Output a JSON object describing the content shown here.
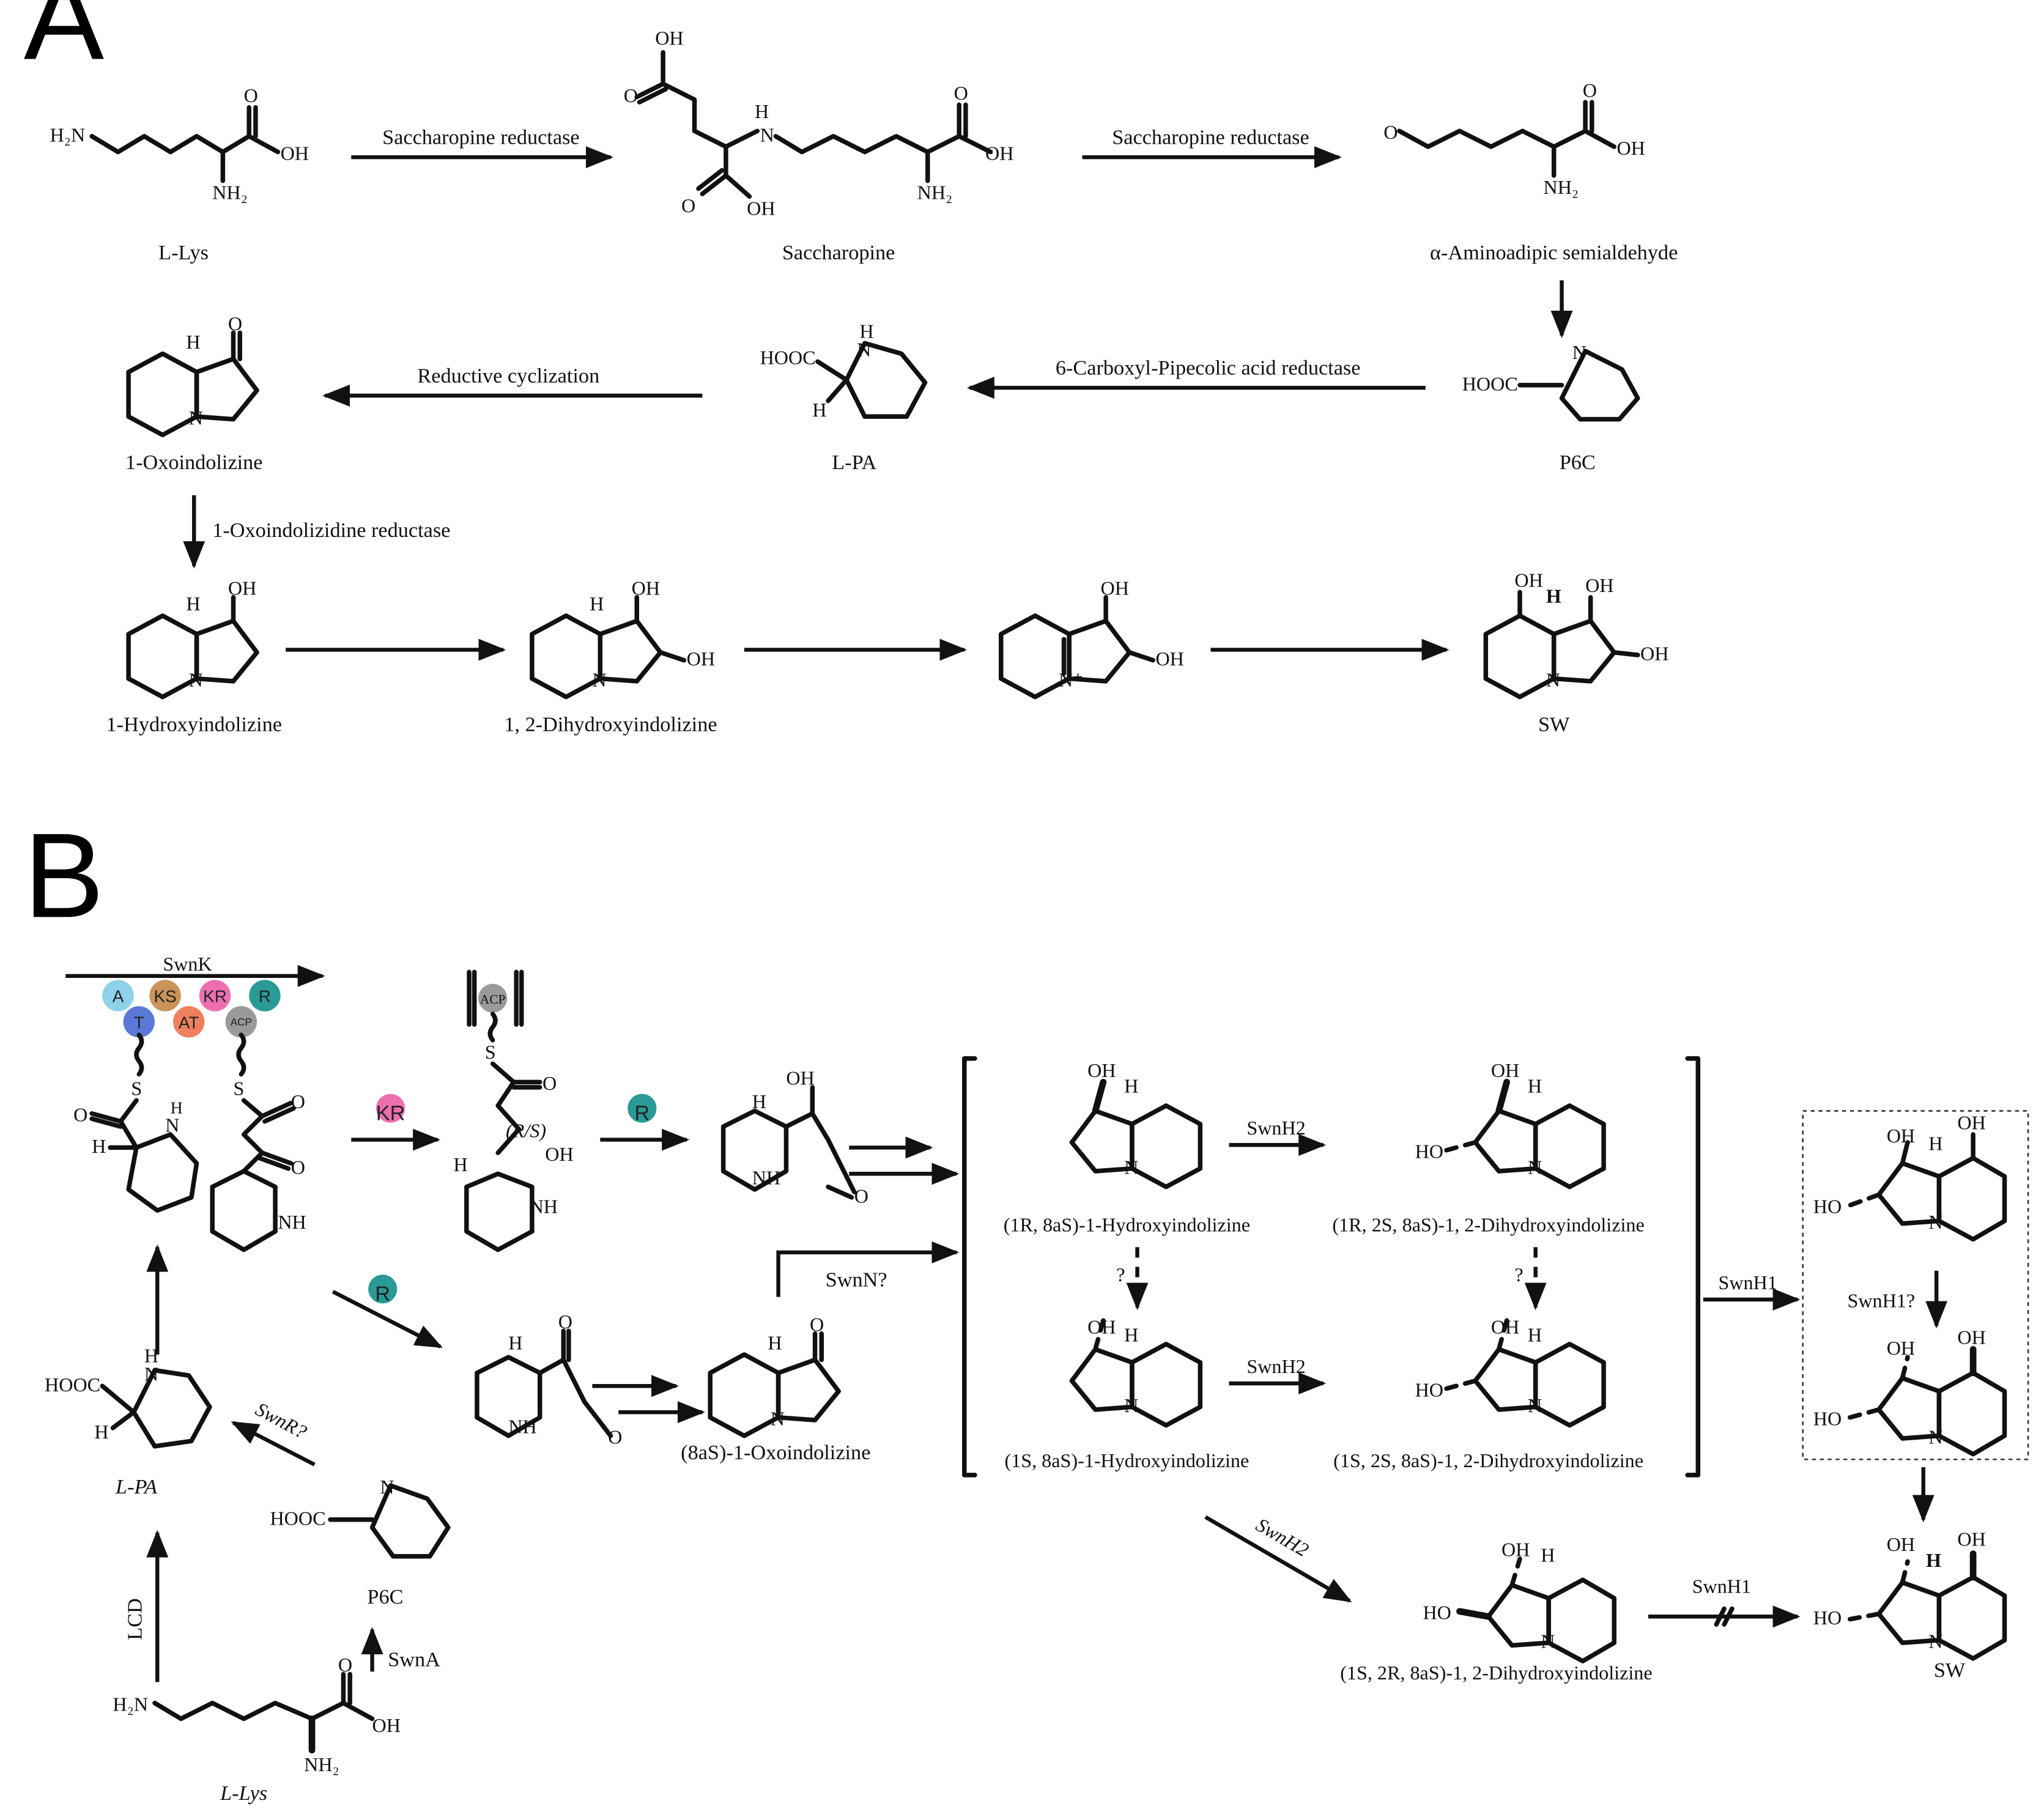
{
  "panels": {
    "a": "A",
    "b": "B"
  },
  "panel_a": {
    "enzymes": {
      "e1": "Saccharopine reductase",
      "e2": "Saccharopine reductase",
      "e3": "6-Carboxyl-Pipecolic acid reductase",
      "e4": "Reductive cyclization",
      "e5": "1-Oxoindolizidine reductase"
    },
    "compounds": {
      "lys": "L-Lys",
      "saccharopine": "Saccharopine",
      "aaa": "α-Aminoadipic semialdehyde",
      "p6c": "P6C",
      "lpa": "L-PA",
      "oxo": "1-Oxoindolizine",
      "hydroxy": "1-Hydroxyindolizine",
      "dihydroxy": "1, 2-Dihydroxyindolizine",
      "sw": "SW"
    }
  },
  "panel_b": {
    "swnk": "SwnK",
    "domains": [
      "A",
      "KS",
      "KR",
      "R",
      "T",
      "AT",
      "ACP"
    ],
    "domain_colors": {
      "A": "#8fd0ea",
      "KS": "#c9935a",
      "KR": "#ee6fb0",
      "R": "#2a9a96",
      "T": "#5a78d8",
      "AT": "#ee8060",
      "ACP": "#9a9a9a"
    },
    "stereo_tag": "(R/S)",
    "ball_kr": "KR",
    "ball_r1": "R",
    "ball_r2": "R",
    "ball_acp": "ACP",
    "enzymes": {
      "swnn": "SwnN?",
      "swnr": "SwnR?",
      "lcd": "LCD",
      "swna": "SwnA",
      "swnh2_a": "SwnH2",
      "swnh2_b": "SwnH2",
      "swnh2_c": "SwnH2",
      "swnh1_a": "SwnH1",
      "swnh1_b": "SwnH1?",
      "swnh1_c": "SwnH1",
      "q1": "?",
      "q2": "?"
    },
    "compounds": {
      "c1": "(1R, 8aS)-1-Hydroxyindolizine",
      "c2": "(1R, 2S, 8aS)-1, 2-Dihydroxyindolizine",
      "c3": "(1S, 8aS)-1-Hydroxyindolizine",
      "c4": "(1S, 2S, 8aS)-1, 2-Dihydroxyindolizine",
      "c5": "(1S, 2R, 8aS)-1, 2-Dihydroxyindolizine",
      "oxo": "(8aS)-1-Oxoindolizine",
      "lpa": "L-PA",
      "p6c": "P6C",
      "lys": "L-Lys",
      "sw": "SW"
    }
  }
}
